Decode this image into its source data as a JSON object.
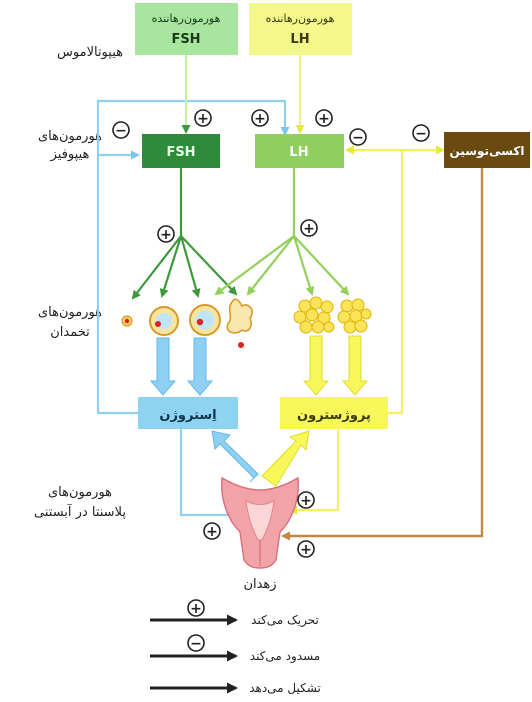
{
  "hypothalamus": {
    "fsh_releasing": {
      "line1": "هورمون‌رهاننده",
      "line2": "FSH"
    },
    "lh_releasing": {
      "line1": "هورمون‌رهاننده",
      "line2": "LH"
    }
  },
  "pituitary": {
    "fsh": "FSH",
    "lh": "LH"
  },
  "oxytocin": "اکسی‌توسین",
  "estrogen": "اِستروژن",
  "progesterone": "پروژسترون",
  "uterus": "زهدان",
  "row_labels": {
    "hypothalamus": "هیپوتالاموس",
    "pituitary": [
      "هورمون‌های",
      "هیپوفیز"
    ],
    "ovary": [
      "هورمون‌های",
      "تخمدان"
    ],
    "placenta": [
      "هورمون‌های",
      "پلاسنتا در آبستنی"
    ]
  },
  "legend": {
    "stimulates": "تحریک می‌کند",
    "inhibits": "مسدود می‌کند",
    "forms": "تشکیل می‌دهد"
  },
  "symbols": {
    "plus": "+",
    "minus": "−"
  },
  "colors": {
    "fsh_releasing_box": "#a8e6a0",
    "lh_releasing_box": "#f4f78a",
    "fsh_box": "#2e8b3a",
    "lh_box": "#8fce5f",
    "oxytocin_box": "#6b4a12",
    "estrogen_box": "#8fd3f2",
    "progesterone_box": "#f7f75a",
    "feedback_blue": "#8fd0f2",
    "feedback_yellow": "#f2f25e",
    "oxytocin_arrow": "#c08840",
    "fsh_arrow": "#3c9a3c",
    "lh_arrow": "#93cf5b",
    "uterus": "#f2a3a8"
  }
}
